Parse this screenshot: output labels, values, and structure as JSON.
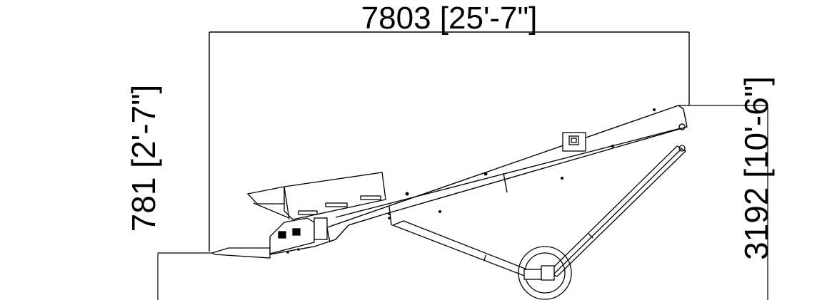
{
  "dimensions": {
    "overall_length": "7803 [25'-7\"]",
    "discharge_height": "3192 [10'-6\"]",
    "intake_height": "781 [2'-7\"]"
  },
  "colors": {
    "line": "#000000",
    "background": "#ffffff"
  }
}
